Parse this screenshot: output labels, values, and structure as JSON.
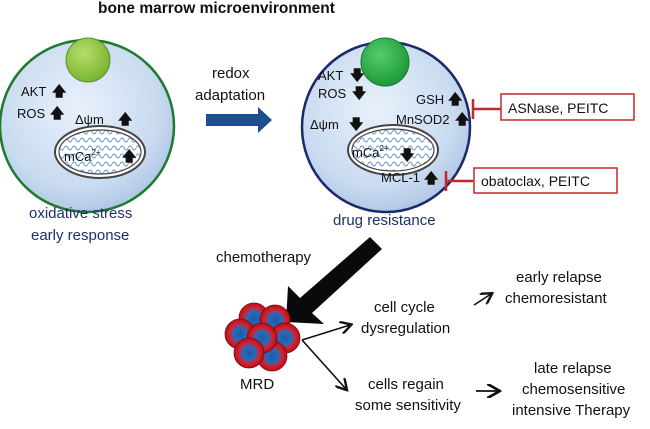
{
  "title": "bone marrow microenvironment",
  "cell_left": {
    "caption_line1": "oxidative stress",
    "caption_line2": "early response",
    "markers": [
      {
        "label": "AKT",
        "direction": "up"
      },
      {
        "label": "ROS",
        "direction": "up"
      },
      {
        "label": "Δψm",
        "direction": "up"
      }
    ],
    "mito_label": "mCa",
    "mito_sup": "2+",
    "mito_direction": "up",
    "nucleus_color": "#8cc63f",
    "membrane_color": "#1e7a2e"
  },
  "transition": {
    "label_line1": "redox",
    "label_line2": "adaptation",
    "arrow_color": "#1f4e8c"
  },
  "cell_right": {
    "caption": "drug resistance",
    "markers": [
      {
        "label": "AKT",
        "direction": "down"
      },
      {
        "label": "ROS",
        "direction": "down"
      },
      {
        "label": "Δψm",
        "direction": "down"
      },
      {
        "label": "GSH",
        "direction": "up"
      },
      {
        "label": "MnSOD2",
        "direction": "up"
      },
      {
        "label": "MCL-1",
        "direction": "up"
      }
    ],
    "mito_label": "mCa",
    "mito_sup": "2+",
    "mito_direction": "down",
    "nucleus_color": "#2db34a",
    "membrane_color": "#1a2a6b"
  },
  "inhibitors": [
    {
      "text": "ASNase,  PEITC",
      "targets": "GSH / MnSOD2"
    },
    {
      "text": "obatoclax,  PEITC",
      "targets": "MCL-1"
    }
  ],
  "inhibitor_color": "#c0282d",
  "chemotherapy_label": "chemotherapy",
  "mrd_label": "MRD",
  "outcomes": {
    "branch1_line1": "cell cycle",
    "branch1_line2": "dysregulation",
    "branch1_result_line1": "early relapse",
    "branch1_result_line2": "chemoresistant",
    "branch2_line1": "cells regain",
    "branch2_line2": "some sensitivity",
    "branch2_result_line1": "late relapse",
    "branch2_result_line2": "chemosensitive",
    "branch2_result_line3": "intensive Therapy"
  }
}
